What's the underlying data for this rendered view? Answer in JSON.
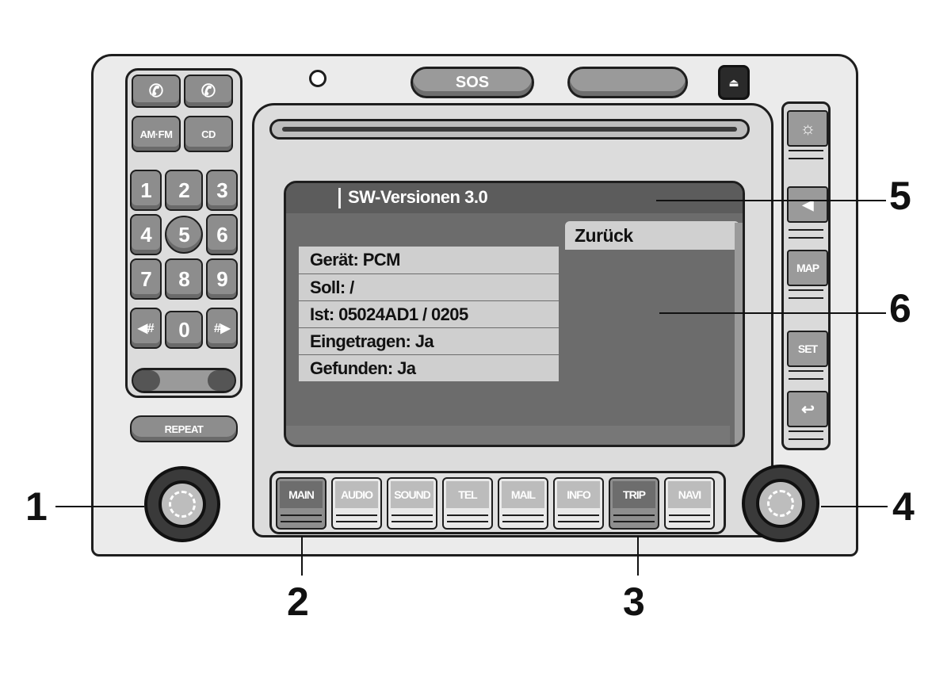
{
  "top": {
    "sos_label": "SOS",
    "eject_symbol": "⏏"
  },
  "keypad": {
    "phone_accept": "✆",
    "phone_end": "✆",
    "amfm": "AM·FM",
    "cd": "CD",
    "digits": [
      "1",
      "2",
      "3",
      "4",
      "5",
      "6",
      "7",
      "8",
      "9",
      "◀#",
      "0",
      "#▶"
    ],
    "repeat": "REPEAT"
  },
  "screen": {
    "title": "SW-Versionen 3.0",
    "back_button": "Zurück",
    "rows": [
      "Gerät: PCM",
      "Soll: /",
      "Ist: 05024AD1 / 0205",
      "Eingetragen: Ja",
      "Gefunden: Ja"
    ]
  },
  "function_keys": [
    {
      "label": "MAIN",
      "active": true
    },
    {
      "label": "AUDIO",
      "active": false
    },
    {
      "label": "SOUND",
      "active": false
    },
    {
      "label": "TEL",
      "active": false
    },
    {
      "label": "MAIL",
      "active": false
    },
    {
      "label": "INFO",
      "active": false
    },
    {
      "label": "TRIP",
      "active": true
    },
    {
      "label": "NAVI",
      "active": false
    }
  ],
  "side_keys": {
    "light": "☼",
    "back_top": "◀",
    "map": "MAP",
    "set": "SET",
    "return": "↩"
  },
  "callouts": [
    "1",
    "2",
    "3",
    "4",
    "5",
    "6"
  ]
}
